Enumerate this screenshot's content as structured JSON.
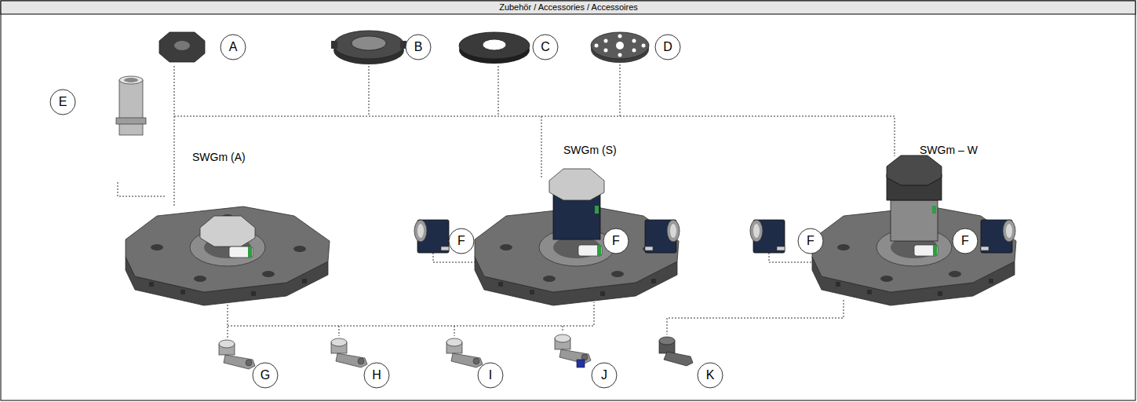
{
  "diagram": {
    "title": "Zubehör / Accessories / Accessoires",
    "nodes": [
      {
        "text": [
          "A"
        ]
      },
      {
        "text": [
          "B"
        ]
      },
      {
        "text": [
          "C"
        ]
      },
      {
        "text": [
          "D"
        ]
      },
      {
        "text": [
          "E"
        ]
      },
      {
        "text": [
          "F"
        ]
      },
      {
        "text": [
          "F"
        ]
      },
      {
        "text": [
          "F"
        ]
      },
      {
        "text": [
          "F"
        ]
      },
      {
        "text": [
          "G"
        ]
      },
      {
        "text": [
          "H"
        ]
      },
      {
        "text": [
          "I"
        ]
      },
      {
        "text": [
          "J"
        ]
      },
      {
        "text": [
          "K"
        ]
      }
    ],
    "labels": [
      "SWGm (A)",
      "SWGm (S)",
      "SWGm – W"
    ]
  }
}
